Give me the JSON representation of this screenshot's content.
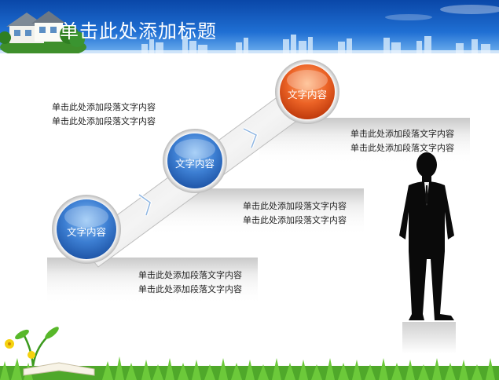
{
  "header": {
    "title": "单击此处添加标题"
  },
  "steps": [
    {
      "label": "文字内容",
      "lines": [
        "单击此处添加段落文字内容",
        "单击此处添加段落文字内容"
      ]
    },
    {
      "label": "文字内容",
      "lines": [
        "单击此处添加段落文字内容",
        "单击此处添加段落文字内容"
      ]
    },
    {
      "label": "文字内容",
      "lines": [
        "单击此处添加段落文字内容",
        "单击此处添加段落文字内容"
      ]
    }
  ],
  "top_left_text": {
    "lines": [
      "单击此处添加段落文字内容",
      "单击此处添加段落文字内容"
    ]
  },
  "colors": {
    "banner_top": "#0b4fb6",
    "banner_bottom": "#4d97e6",
    "blue_node": "#3d78c9",
    "orange_node": "#e4531b",
    "grass": "#5cbf2a"
  }
}
